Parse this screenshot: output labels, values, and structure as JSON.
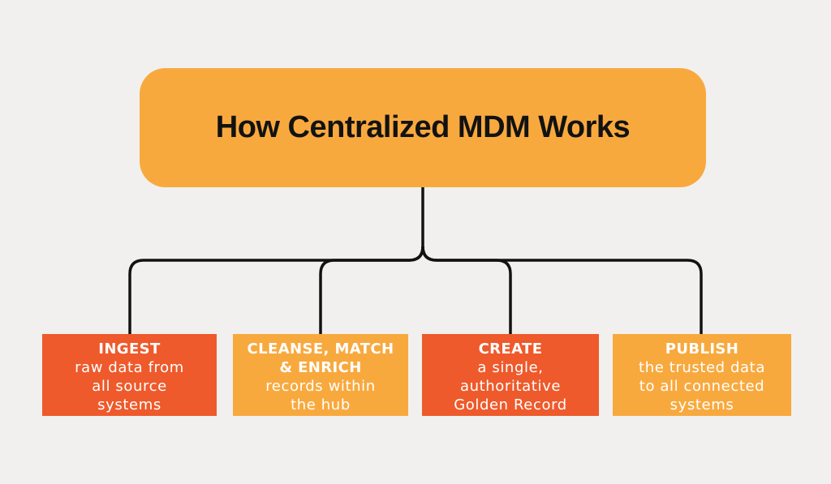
{
  "title": {
    "text": "How Centralized MDM Works"
  },
  "colors": {
    "background": "#F1F0EE",
    "amber": "#F8A93E",
    "orange_red": "#EE5A2B",
    "connector": "#121212",
    "title_text": "#121212",
    "step_text": "#FFFFFF"
  },
  "steps": [
    {
      "heading": "INGEST",
      "body": "raw data from\nall source\nsystems",
      "bg": "#EE5A2B"
    },
    {
      "heading": "CLEANSE, MATCH\n& ENRICH",
      "body": "records within\nthe hub",
      "bg": "#F8A93E"
    },
    {
      "heading": "CREATE",
      "body": "a single,\nauthoritative\nGolden Record",
      "bg": "#EE5A2B"
    },
    {
      "heading": "PUBLISH",
      "body": "the trusted data\nto all connected\nsystems",
      "bg": "#F8A93E"
    }
  ]
}
